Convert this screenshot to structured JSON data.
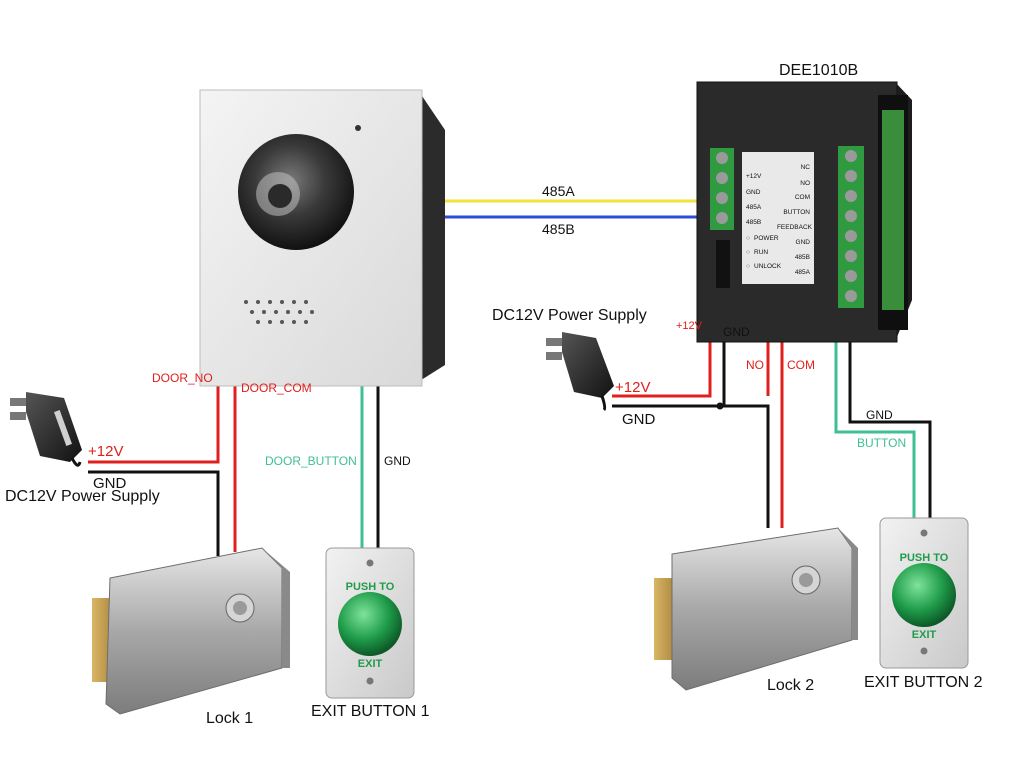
{
  "module": {
    "name": "DEE1010B",
    "left_terminals": [
      "+12V",
      "GND",
      "485A",
      "485B"
    ],
    "indicators": [
      "POWER",
      "RUN",
      "UNLOCK"
    ],
    "right_terminals": [
      "NC",
      "NO",
      "COM",
      "BUTTON",
      "FEEDBACK",
      "GND",
      "485B",
      "485A"
    ]
  },
  "bus": {
    "a_label": "485A",
    "b_label": "485B"
  },
  "left": {
    "psu_label": "DC12V Power Supply",
    "plus_label": "+12V",
    "gnd_label": "GND",
    "door_no": "DOOR_NO",
    "door_com": "DOOR_COM",
    "door_button": "DOOR_BUTTON",
    "button_gnd": "GND",
    "lock_label": "Lock 1",
    "exit_label": "EXIT BUTTON 1"
  },
  "right": {
    "psu_label": "DC12V Power Supply",
    "plus_label": "+12V",
    "gnd_label": "GND",
    "module_plus": "+12V",
    "module_gnd": "GND",
    "no_label": "NO",
    "com_label": "COM",
    "button_gnd": "GND",
    "button_label": "BUTTON",
    "lock_label": "Lock 2",
    "exit_label": "EXIT BUTTON 2"
  },
  "exit_button_text": {
    "top": "PUSH TO",
    "bottom": "EXIT"
  },
  "colors": {
    "red_wire": "#e0201c",
    "black_wire": "#111111",
    "yellow_wire": "#f2e33a",
    "blue_wire": "#2a4fd6",
    "green_wire": "#3fbf94",
    "button_green": "#1f9c4a"
  }
}
